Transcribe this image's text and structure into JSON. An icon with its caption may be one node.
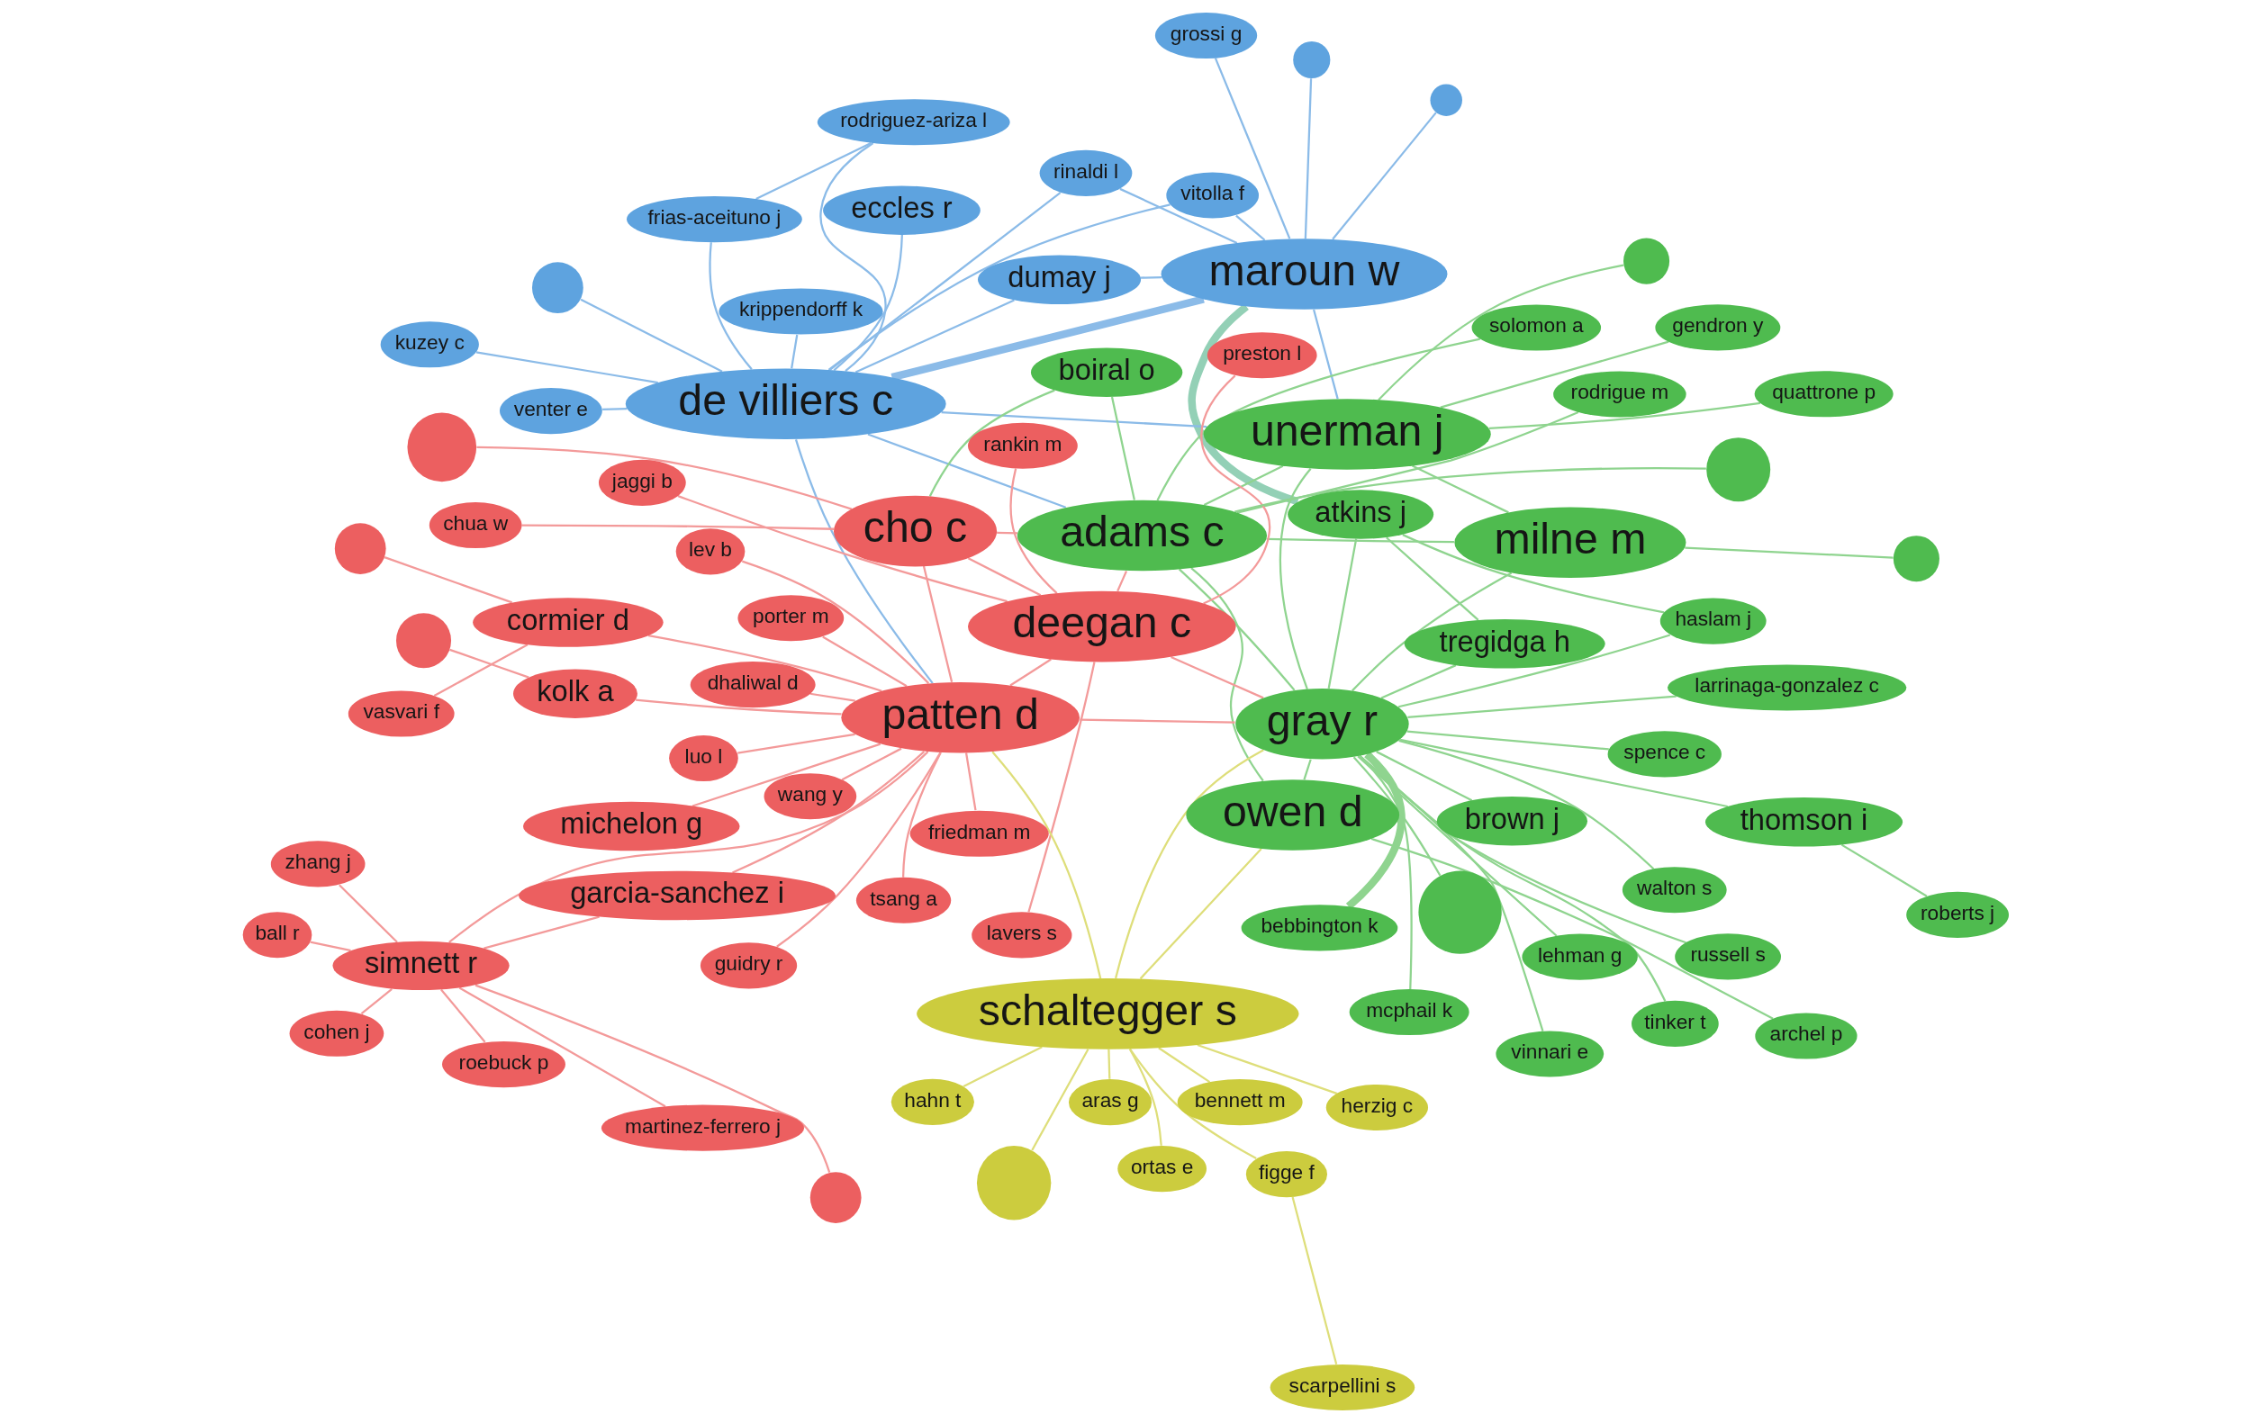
{
  "diagram": {
    "nodes": [
      {
        "text": [
          "vitolla f"
        ]
      },
      {
        "text": [
          "maroun w"
        ]
      },
      {
        "text": [
          "dumay j"
        ]
      },
      {
        "text": [
          "atkins j"
        ]
      },
      {
        "text": [
          "venter e"
        ]
      },
      {
        "text": [
          "rodriguez-ariza l"
        ]
      },
      {
        "text": [
          "rinaldi l"
        ]
      },
      {
        "text": [
          "grossi g"
        ]
      },
      {
        "text": [
          "frias-aceituno j"
        ]
      },
      {
        "text": [
          "de villiers c"
        ]
      },
      {
        "text": [
          "quattrone p"
        ]
      },
      {
        "text": [
          "haslam j"
        ]
      },
      {
        "text": [
          "kuzey c"
        ]
      },
      {
        "text": [
          "gendron y"
        ]
      },
      {
        "text": [
          "vinnari e"
        ]
      },
      {
        "text": [
          "krippendorff k"
        ]
      },
      {
        "text": [
          "unerman j"
        ]
      },
      {
        "text": [
          "russell s"
        ]
      },
      {
        "text": [
          "garcia-sanchez i"
        ]
      },
      {
        "text": [
          "eccles r"
        ]
      },
      {
        "text": [
          "martinez-ferrero j"
        ]
      },
      {
        "text": [
          "rodrigue m"
        ]
      },
      {
        "text": [
          "tregidga h"
        ]
      },
      {
        "text": [
          "michelon g"
        ]
      },
      {
        "text": [
          "simnett r"
        ]
      },
      {
        "text": [
          "zhang j"
        ]
      },
      {
        "text": [
          "boiral o"
        ]
      },
      {
        "text": [
          "brown j"
        ]
      },
      {
        "text": [
          "chua w"
        ]
      },
      {
        "text": [
          "adams c"
        ]
      },
      {
        "text": [
          "wang y"
        ]
      },
      {
        "text": [
          "thomson i"
        ]
      },
      {
        "text": [
          "roberts j"
        ]
      },
      {
        "text": [
          "cho c"
        ]
      },
      {
        "text": [
          "cohen j"
        ]
      },
      {
        "text": [
          "milne m"
        ]
      },
      {
        "text": [
          "solomon a"
        ]
      },
      {
        "text": [
          "roebuck p"
        ]
      },
      {
        "text": [
          "kolk a"
        ]
      },
      {
        "text": [
          "walton s"
        ]
      },
      {
        "text": [
          "tsang a"
        ]
      },
      {
        "text": [
          "aras g"
        ]
      },
      {
        "text": [
          "owen d"
        ]
      },
      {
        "text": [
          "luo l"
        ]
      },
      {
        "text": [
          "patten d"
        ]
      },
      {
        "text": [
          "deegan c"
        ]
      },
      {
        "text": [
          "gray r"
        ]
      },
      {
        "text": [
          "spence c"
        ]
      },
      {
        "text": [
          "dhaliwal d"
        ]
      },
      {
        "text": [
          "lev b"
        ]
      },
      {
        "text": [
          "archel p"
        ]
      },
      {
        "text": [
          "ball r"
        ]
      },
      {
        "text": [
          "mcphail k"
        ]
      },
      {
        "text": [
          "guidry r"
        ]
      },
      {
        "text": [
          "lavers s"
        ]
      },
      {
        "text": [
          "rankin m"
        ]
      },
      {
        "text": [
          "larrinaga-gonzalez c"
        ]
      },
      {
        "text": [
          "lehman g"
        ]
      },
      {
        "text": [
          "cormier d"
        ]
      },
      {
        "text": [
          "friedman m"
        ]
      },
      {
        "text": [
          "ortas e"
        ]
      },
      {
        "text": [
          "tinker t"
        ]
      },
      {
        "text": [
          "preston l"
        ]
      },
      {
        "text": [
          "vasvari f"
        ]
      },
      {
        "text": [
          "porter m"
        ]
      },
      {
        "text": [
          "schaltegger s"
        ]
      },
      {
        "text": [
          "jaggi b"
        ]
      },
      {
        "text": [
          "bebbington k"
        ]
      },
      {
        "text": [
          "herzig c"
        ]
      },
      {
        "text": [
          "bennett m"
        ]
      },
      {
        "text": [
          "figge f"
        ]
      },
      {
        "text": [
          "hahn t"
        ]
      },
      {
        "text": [
          "scarpellini s"
        ]
      },
      {
        "text": [],
        "shape": "circle"
      },
      {
        "text": [],
        "shape": "circle"
      },
      {
        "text": [],
        "shape": "circle"
      },
      {
        "text": [],
        "shape": "circle"
      },
      {
        "text": [],
        "shape": "circle"
      },
      {
        "text": [],
        "shape": "circle"
      },
      {
        "text": [],
        "shape": "circle"
      },
      {
        "text": [],
        "shape": "circle"
      },
      {
        "text": [],
        "shape": "circle"
      },
      {
        "text": [],
        "shape": "circle"
      },
      {
        "text": [],
        "shape": "circle"
      },
      {
        "text": [],
        "shape": "circle"
      }
    ],
    "edges": [
      {
        "from": 0,
        "to": 9,
        "arrow": "none",
        "color": "#8bbbe8"
      },
      {
        "from": 0,
        "to": 1,
        "arrow": "none",
        "color": "#8bbbe8"
      },
      {
        "from": 1,
        "to": 9,
        "arrow": "none",
        "color": "#8bbbe8",
        "style": "thick"
      },
      {
        "from": 2,
        "to": 9,
        "arrow": "none",
        "color": "#8bbbe8"
      },
      {
        "from": 2,
        "to": 1,
        "arrow": "none",
        "color": "#8bbbe8"
      },
      {
        "from": 4,
        "to": 9,
        "arrow": "none",
        "color": "#8bbbe8"
      },
      {
        "from": 5,
        "to": 9,
        "arrow": "none",
        "color": "#8bbbe8"
      },
      {
        "from": 6,
        "to": 9,
        "arrow": "none",
        "color": "#8bbbe8"
      },
      {
        "from": 6,
        "to": 1,
        "arrow": "none",
        "color": "#8bbbe8"
      },
      {
        "from": 7,
        "to": 1,
        "arrow": "none",
        "color": "#8bbbe8"
      },
      {
        "from": 8,
        "to": 9,
        "arrow": "none",
        "color": "#8bbbe8"
      },
      {
        "from": 12,
        "to": 9,
        "arrow": "none",
        "color": "#8bbbe8"
      },
      {
        "from": 15,
        "to": 9,
        "arrow": "none",
        "color": "#8bbbe8"
      },
      {
        "from": 19,
        "to": 9,
        "arrow": "none",
        "color": "#8bbbe8"
      },
      {
        "from": 73,
        "to": 1,
        "arrow": "none",
        "color": "#8bbbe8"
      },
      {
        "from": 74,
        "to": 1,
        "arrow": "none",
        "color": "#8bbbe8"
      },
      {
        "from": 75,
        "to": 9,
        "arrow": "none",
        "color": "#8bbbe8"
      },
      {
        "from": 1,
        "to": 3,
        "arrow": "none",
        "color": "#93d0b6",
        "style": "thick"
      },
      {
        "from": 5,
        "to": 8,
        "arrow": "none",
        "color": "#8bbbe8"
      },
      {
        "from": 9,
        "to": 16,
        "arrow": "none",
        "color": "#8bbbe8"
      },
      {
        "from": 1,
        "to": 16,
        "arrow": "none",
        "color": "#8bbbe8"
      },
      {
        "from": 3,
        "to": 46,
        "arrow": "none",
        "color": "#8fd48f"
      },
      {
        "from": 3,
        "to": 22,
        "arrow": "none",
        "color": "#8fd48f"
      },
      {
        "from": 3,
        "to": 11,
        "arrow": "none",
        "color": "#8fd48f"
      },
      {
        "from": 10,
        "to": 16,
        "arrow": "none",
        "color": "#8fd48f"
      },
      {
        "from": 11,
        "to": 46,
        "arrow": "none",
        "color": "#8fd48f"
      },
      {
        "from": 13,
        "to": 16,
        "arrow": "none",
        "color": "#8fd48f"
      },
      {
        "from": 14,
        "to": 46,
        "arrow": "none",
        "color": "#8fd48f"
      },
      {
        "from": 16,
        "to": 46,
        "arrow": "none",
        "color": "#8fd48f"
      },
      {
        "from": 16,
        "to": 29,
        "arrow": "none",
        "color": "#8fd48f"
      },
      {
        "from": 17,
        "to": 46,
        "arrow": "none",
        "color": "#8fd48f"
      },
      {
        "from": 21,
        "to": 29,
        "arrow": "none",
        "color": "#8fd48f"
      },
      {
        "from": 22,
        "to": 46,
        "arrow": "none",
        "color": "#8fd48f"
      },
      {
        "from": 26,
        "to": 29,
        "arrow": "none",
        "color": "#8fd48f"
      },
      {
        "from": 27,
        "to": 46,
        "arrow": "none",
        "color": "#8fd48f"
      },
      {
        "from": 29,
        "to": 46,
        "arrow": "none",
        "color": "#8fd48f"
      },
      {
        "from": 29,
        "to": 35,
        "arrow": "none",
        "color": "#8fd48f"
      },
      {
        "from": 31,
        "to": 46,
        "arrow": "none",
        "color": "#8fd48f"
      },
      {
        "from": 32,
        "to": 31,
        "arrow": "none",
        "color": "#8fd48f"
      },
      {
        "from": 35,
        "to": 46,
        "arrow": "none",
        "color": "#8fd48f"
      },
      {
        "from": 36,
        "to": 29,
        "arrow": "none",
        "color": "#8fd48f"
      },
      {
        "from": 39,
        "to": 46,
        "arrow": "none",
        "color": "#8fd48f"
      },
      {
        "from": 42,
        "to": 46,
        "arrow": "none",
        "color": "#8fd48f"
      },
      {
        "from": 42,
        "to": 29,
        "arrow": "none",
        "color": "#8fd48f"
      },
      {
        "from": 47,
        "to": 46,
        "arrow": "none",
        "color": "#8fd48f"
      },
      {
        "from": 50,
        "to": 42,
        "arrow": "none",
        "color": "#8fd48f"
      },
      {
        "from": 52,
        "to": 46,
        "arrow": "none",
        "color": "#8fd48f"
      },
      {
        "from": 56,
        "to": 46,
        "arrow": "none",
        "color": "#8fd48f"
      },
      {
        "from": 57,
        "to": 46,
        "arrow": "none",
        "color": "#8fd48f"
      },
      {
        "from": 61,
        "to": 46,
        "arrow": "none",
        "color": "#8fd48f"
      },
      {
        "from": 67,
        "to": 46,
        "arrow": "none",
        "color": "#8fd48f",
        "style": "thick"
      },
      {
        "from": 76,
        "to": 16,
        "arrow": "none",
        "color": "#8fd48f"
      },
      {
        "from": 77,
        "to": 35,
        "arrow": "none",
        "color": "#8fd48f"
      },
      {
        "from": 80,
        "to": 29,
        "arrow": "none",
        "color": "#8fd48f"
      },
      {
        "from": 82,
        "to": 46,
        "arrow": "none",
        "color": "#8fd48f"
      },
      {
        "from": 16,
        "to": 35,
        "arrow": "none",
        "color": "#8fd48f"
      },
      {
        "from": 18,
        "to": 44,
        "arrow": "none",
        "color": "#f39a9a"
      },
      {
        "from": 20,
        "to": 24,
        "arrow": "none",
        "color": "#f39a9a"
      },
      {
        "from": 23,
        "to": 44,
        "arrow": "none",
        "color": "#f39a9a"
      },
      {
        "from": 24,
        "to": 44,
        "arrow": "none",
        "color": "#f39a9a"
      },
      {
        "from": 25,
        "to": 24,
        "arrow": "none",
        "color": "#f39a9a"
      },
      {
        "from": 28,
        "to": 33,
        "arrow": "none",
        "color": "#f39a9a"
      },
      {
        "from": 30,
        "to": 44,
        "arrow": "none",
        "color": "#f39a9a"
      },
      {
        "from": 33,
        "to": 44,
        "arrow": "none",
        "color": "#f39a9a"
      },
      {
        "from": 33,
        "to": 45,
        "arrow": "none",
        "color": "#f39a9a"
      },
      {
        "from": 34,
        "to": 24,
        "arrow": "none",
        "color": "#f39a9a"
      },
      {
        "from": 37,
        "to": 24,
        "arrow": "none",
        "color": "#f39a9a"
      },
      {
        "from": 38,
        "to": 44,
        "arrow": "none",
        "color": "#f39a9a"
      },
      {
        "from": 40,
        "to": 44,
        "arrow": "none",
        "color": "#f39a9a"
      },
      {
        "from": 43,
        "to": 44,
        "arrow": "none",
        "color": "#f39a9a"
      },
      {
        "from": 44,
        "to": 45,
        "arrow": "none",
        "color": "#f39a9a"
      },
      {
        "from": 48,
        "to": 44,
        "arrow": "none",
        "color": "#f39a9a"
      },
      {
        "from": 49,
        "to": 44,
        "arrow": "none",
        "color": "#f39a9a"
      },
      {
        "from": 51,
        "to": 24,
        "arrow": "none",
        "color": "#f39a9a"
      },
      {
        "from": 53,
        "to": 44,
        "arrow": "none",
        "color": "#f39a9a"
      },
      {
        "from": 54,
        "to": 45,
        "arrow": "none",
        "color": "#f39a9a"
      },
      {
        "from": 55,
        "to": 45,
        "arrow": "none",
        "color": "#f39a9a"
      },
      {
        "from": 58,
        "to": 44,
        "arrow": "none",
        "color": "#f39a9a"
      },
      {
        "from": 59,
        "to": 44,
        "arrow": "none",
        "color": "#f39a9a"
      },
      {
        "from": 62,
        "to": 45,
        "arrow": "none",
        "color": "#f39a9a"
      },
      {
        "from": 63,
        "to": 58,
        "arrow": "none",
        "color": "#f39a9a"
      },
      {
        "from": 64,
        "to": 44,
        "arrow": "none",
        "color": "#f39a9a"
      },
      {
        "from": 66,
        "to": 45,
        "arrow": "none",
        "color": "#f39a9a"
      },
      {
        "from": 78,
        "to": 24,
        "arrow": "none",
        "color": "#f39a9a"
      },
      {
        "from": 79,
        "to": 38,
        "arrow": "none",
        "color": "#f39a9a"
      },
      {
        "from": 81,
        "to": 33,
        "arrow": "none",
        "color": "#f39a9a"
      },
      {
        "from": 83,
        "to": 58,
        "arrow": "none",
        "color": "#f39a9a"
      },
      {
        "from": 18,
        "to": 24,
        "arrow": "none",
        "color": "#f39a9a"
      },
      {
        "from": 41,
        "to": 65,
        "arrow": "none",
        "color": "#dede7a"
      },
      {
        "from": 60,
        "to": 65,
        "arrow": "none",
        "color": "#dede7a"
      },
      {
        "from": 65,
        "to": 46,
        "arrow": "none",
        "color": "#dede7a"
      },
      {
        "from": 65,
        "to": 44,
        "arrow": "none",
        "color": "#dede7a"
      },
      {
        "from": 68,
        "to": 65,
        "arrow": "none",
        "color": "#dede7a"
      },
      {
        "from": 69,
        "to": 65,
        "arrow": "none",
        "color": "#dede7a"
      },
      {
        "from": 70,
        "to": 65,
        "arrow": "none",
        "color": "#dede7a"
      },
      {
        "from": 71,
        "to": 65,
        "arrow": "none",
        "color": "#dede7a"
      },
      {
        "from": 72,
        "to": 70,
        "arrow": "none",
        "color": "#dede7a"
      },
      {
        "from": 84,
        "to": 65,
        "arrow": "none",
        "color": "#dede7a"
      },
      {
        "from": 45,
        "to": 46,
        "arrow": "none",
        "color": "#f39a9a"
      },
      {
        "from": 44,
        "to": 46,
        "arrow": "none",
        "color": "#f39a9a"
      },
      {
        "from": 9,
        "to": 29,
        "arrow": "none",
        "color": "#8bbbe8"
      },
      {
        "from": 9,
        "to": 44,
        "arrow": "none",
        "color": "#8bbbe8"
      },
      {
        "from": 33,
        "to": 29,
        "arrow": "none",
        "color": "#f39a9a"
      },
      {
        "from": 45,
        "to": 29,
        "arrow": "none",
        "color": "#f39a9a"
      },
      {
        "from": 65,
        "to": 42,
        "arrow": "none",
        "color": "#dede7a"
      },
      {
        "from": 26,
        "to": 33,
        "arrow": "none",
        "color": "#8fd48f"
      }
    ]
  }
}
